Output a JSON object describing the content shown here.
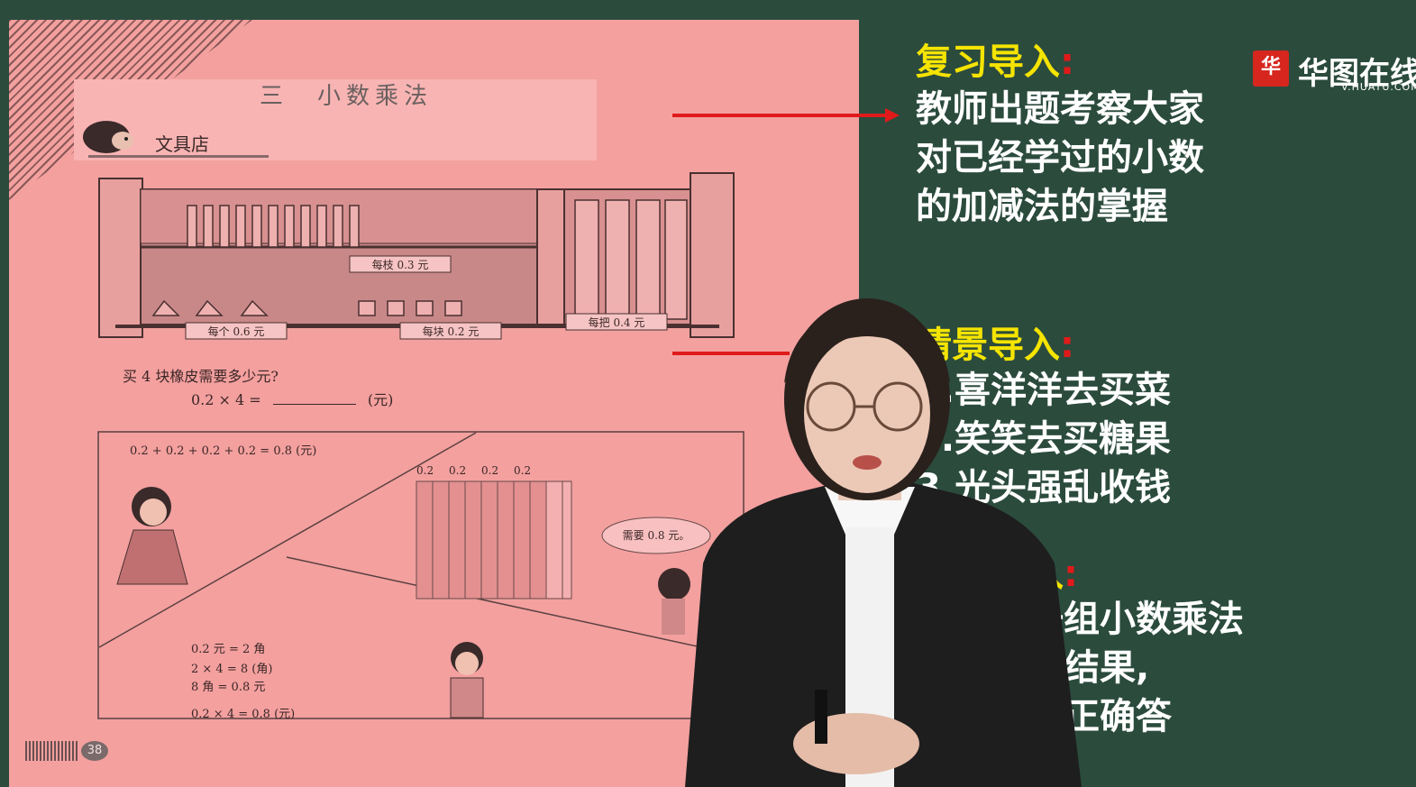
{
  "textbook": {
    "title": "三　小数乘法",
    "section": "文具店",
    "price_pencil": "每枝 0.3 元",
    "price_sharpener": "每个 0.6 元",
    "price_eraser": "每块 0.2 元",
    "price_ruler": "每把 0.4 元",
    "question": "买 4 块橡皮需要多少元?",
    "equation_prefix": "0.2 × 4 =",
    "equation_unit": "(元)",
    "sum_line": "0.2 + 0.2 + 0.2 + 0.2 = 0.8 (元)",
    "bar_labels": [
      "0.2",
      "0.2",
      "0.2",
      "0.2"
    ],
    "speech": "需要 0.8 元。",
    "convert_lines": [
      "0.2 元 = 2 角",
      "2 × 4 = 8 (角)",
      "8 角 = 0.8 元"
    ],
    "final_line": "0.2 × 4 = 0.8 (元)",
    "page_number": "38"
  },
  "right_panel": {
    "review_heading": "复习导入",
    "review_colon": ":",
    "review_lines": [
      "教师出题考察大家",
      "对已经学过的小数",
      "的加减法的掌握"
    ],
    "scene_heading": "情景导入",
    "scene_colon": ":",
    "scene_lines": [
      "1.喜洋洋去买菜",
      "2.笑笑去买糖果",
      "3.光头强乱收钱"
    ],
    "third_heading": "导入",
    "third_colon": ":",
    "third_lines": [
      "出一组小数乘法",
      "计算结果,",
      "选择正确答"
    ]
  },
  "logo": {
    "mark": "华",
    "name": "华图在线",
    "url": "V.HUATU.COM"
  },
  "colors": {
    "board": "#2b4b3d",
    "page": "#f3a09f",
    "yellow": "#f5e400",
    "red": "#e01a1a"
  }
}
